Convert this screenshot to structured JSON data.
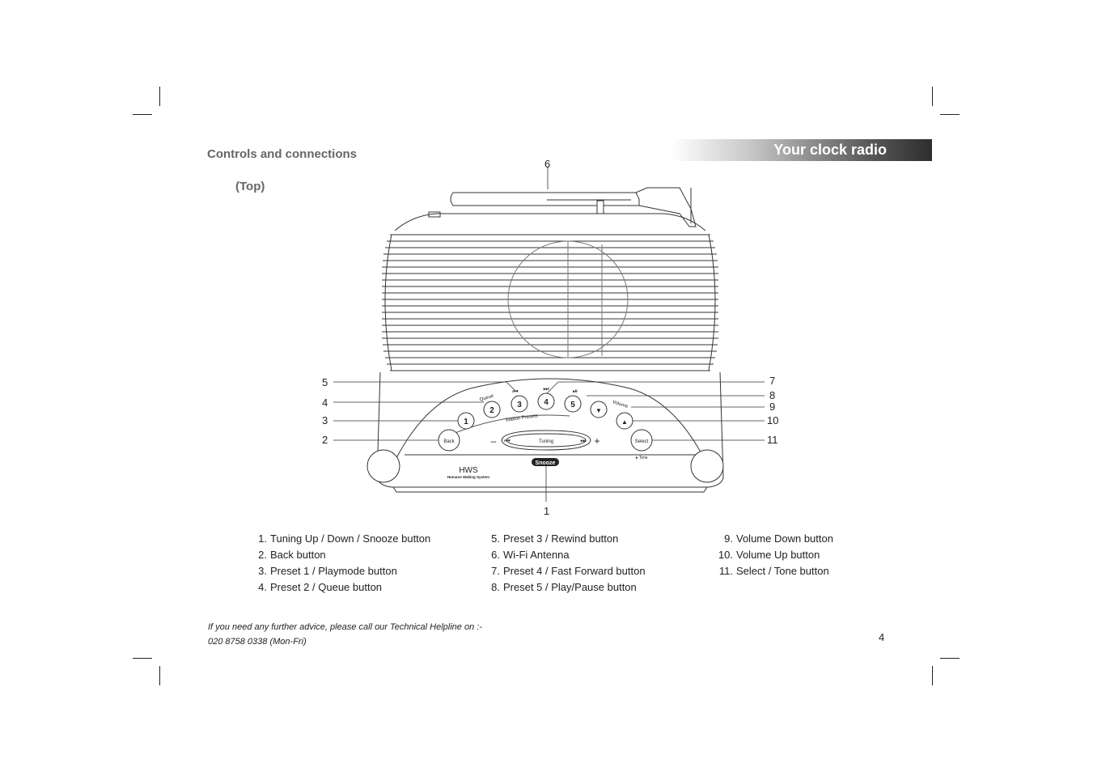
{
  "header": {
    "section_title": "Controls and connections",
    "banner_title": "Your clock radio"
  },
  "view_label": "(Top)",
  "device_labels": {
    "queue": "Queue",
    "station_presets": "Station Presets",
    "volume": "Volume",
    "back": "Back",
    "tuning": "Tuning",
    "minus": "–",
    "plus": "+",
    "select": "Select",
    "tone": "● Tone",
    "snooze": "Snooze",
    "brand": "HWS",
    "brand_sub": "Humane Waking System",
    "preset_1": "1",
    "preset_2": "2",
    "preset_3": "3",
    "preset_4": "4",
    "preset_5": "5",
    "rewind_glyph": "⏮",
    "ffwd_glyph": "⏭",
    "playpause_glyph": "⏯",
    "vol_down_glyph": "▼",
    "vol_up_glyph": "▲"
  },
  "callouts": {
    "c1": "1",
    "c2": "2",
    "c3": "3",
    "c4": "4",
    "c5": "5",
    "c6": "6",
    "c7": "7",
    "c8": "8",
    "c9": "9",
    "c10": "10",
    "c11": "11"
  },
  "legend": [
    {
      "num": "1.",
      "text": "Tuning Up / Down / Snooze button"
    },
    {
      "num": "2.",
      "text": "Back button"
    },
    {
      "num": "3.",
      "text": "Preset 1 / Playmode button"
    },
    {
      "num": "4.",
      "text": "Preset 2 / Queue button"
    },
    {
      "num": "5.",
      "text": "Preset 3 / Rewind button"
    },
    {
      "num": "6.",
      "text": "Wi-Fi Antenna"
    },
    {
      "num": "7.",
      "text": "Preset 4 / Fast Forward button"
    },
    {
      "num": "8.",
      "text": "Preset 5 / Play/Pause button"
    },
    {
      "num": "9.",
      "text": "Volume Down button"
    },
    {
      "num": "10.",
      "text": "Volume Up button"
    },
    {
      "num": "11.",
      "text": "Select / Tone button"
    }
  ],
  "footer": {
    "helpline": "If you need any further advice, please call our Technical Helpline on :-",
    "phone": "020 8758 0338 (Mon-Fri)"
  },
  "page_number": "4"
}
